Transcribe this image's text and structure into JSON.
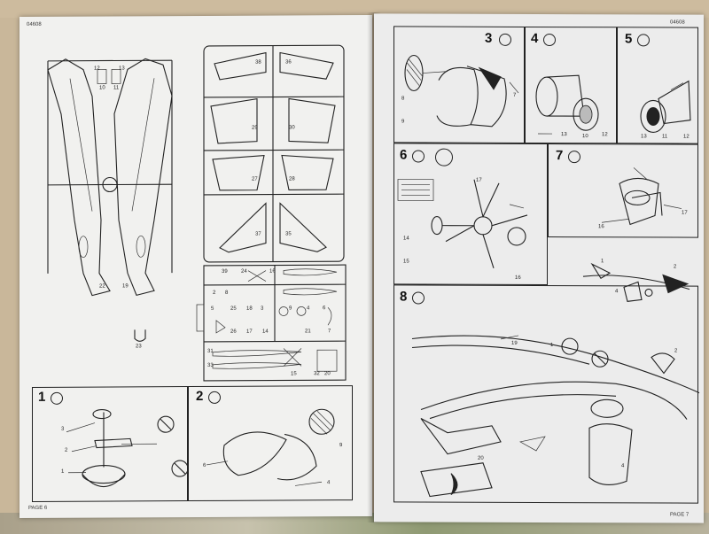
{
  "pages": {
    "left": {
      "code": "04608",
      "footer": "PAGE 6"
    },
    "right": {
      "code": "04608",
      "footer": "PAGE 7"
    }
  },
  "sprue_parts": {
    "fuselage_top": [
      "12",
      "13",
      "10",
      "11"
    ],
    "fuselage_bottom": [
      "22",
      "19"
    ],
    "single_part": "23",
    "wing_frame": [
      "38",
      "36",
      "29",
      "30",
      "27",
      "28",
      "37",
      "35"
    ],
    "small_frame_top": [
      "39",
      "24",
      "16"
    ],
    "small_frame_mid": [
      "2",
      "8",
      "5",
      "25",
      "18",
      "3",
      "9",
      "4",
      "6"
    ],
    "small_frame_low": [
      "26",
      "17",
      "14",
      "21",
      "7"
    ],
    "small_frame_bottom": [
      "31",
      "33",
      "15",
      "20",
      "32"
    ]
  },
  "steps": [
    {
      "number": "1",
      "parts": [
        "3",
        "2",
        "1"
      ]
    },
    {
      "number": "2",
      "parts": [
        "6",
        "9",
        "4"
      ]
    },
    {
      "number": "3",
      "parts": [
        "8",
        "9",
        "7"
      ]
    },
    {
      "number": "4",
      "parts": [
        "13",
        "10",
        "12"
      ]
    },
    {
      "number": "5",
      "parts": [
        "13",
        "11",
        "12"
      ]
    },
    {
      "number": "6",
      "parts": [
        "17",
        "14",
        "15",
        "16"
      ]
    },
    {
      "number": "7",
      "parts": [
        "16",
        "17"
      ]
    },
    {
      "number": "8",
      "parts": [
        "19",
        "1",
        "2",
        "4",
        "20",
        "1",
        "2",
        "4"
      ]
    }
  ],
  "colors": {
    "page": "#f1f1ef",
    "ink": "#222222",
    "background": "#c9b79a"
  }
}
